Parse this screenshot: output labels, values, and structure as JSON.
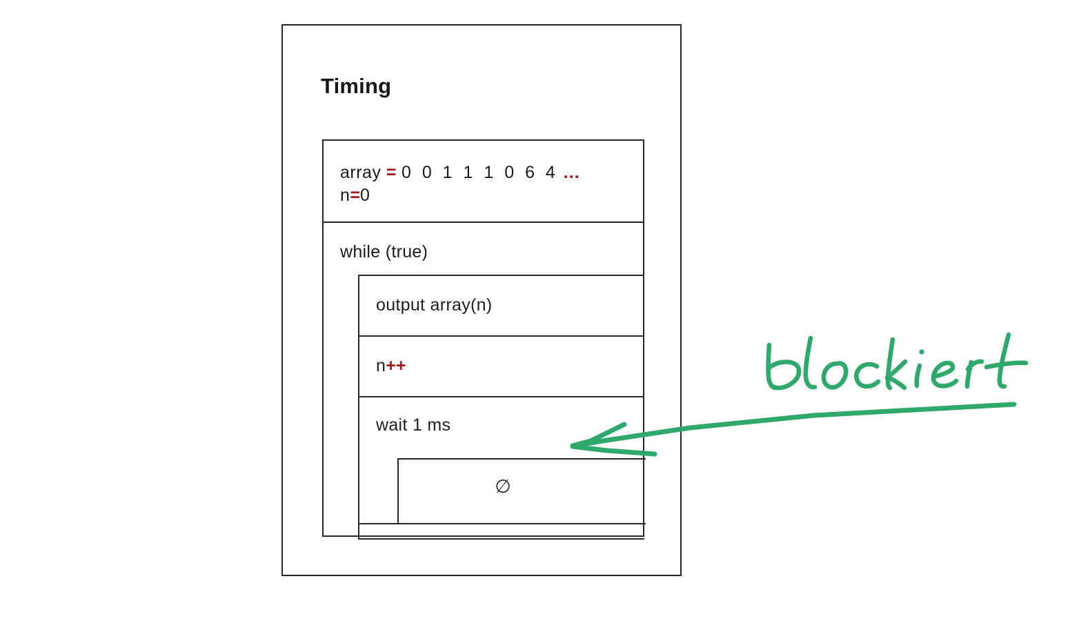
{
  "diagram": {
    "title": "Timing",
    "type": "nassi-shneiderman-structogram",
    "blocks": {
      "init": {
        "line1_label": "array",
        "line1_operator": "=",
        "line1_values": "0 0 1 1 1 0 6 4",
        "line1_ellipsis": "...",
        "line2_label": "n",
        "line2_operator": "=",
        "line2_value": "0"
      },
      "loop": {
        "header": "while (true)",
        "body": [
          {
            "text": "output array(n)"
          },
          {
            "text_prefix": "n",
            "text_operator": "++"
          },
          {
            "text": "wait 1 ms"
          }
        ]
      },
      "empty_block": {
        "symbol": "∅"
      }
    }
  },
  "annotation": {
    "text": "blockiert",
    "color": "#2fa86b",
    "points_to": "wait 1 ms"
  },
  "colors": {
    "stroke": "#262626",
    "operator_red": "#a31919",
    "annotation_green": "#2fa86b",
    "background": "#ffffff"
  }
}
